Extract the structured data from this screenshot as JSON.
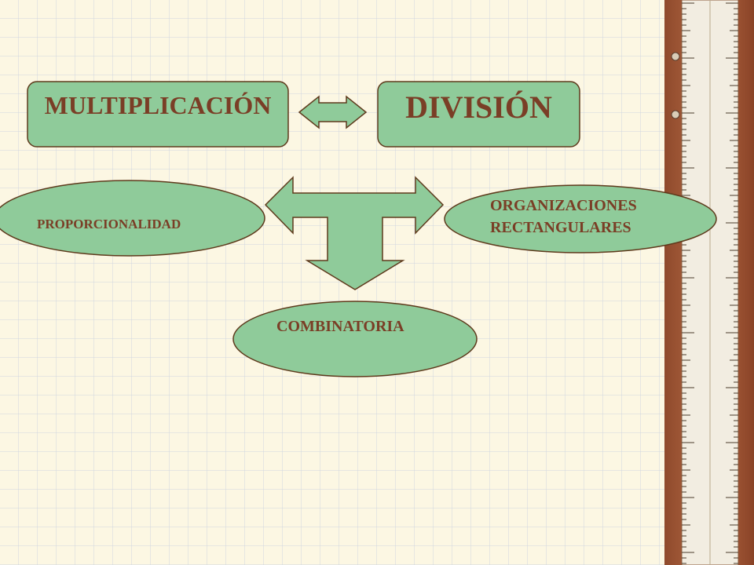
{
  "colors": {
    "background": "#fcf7e3",
    "grid": "#cfd6df",
    "shape_fill": "#8fcb9a",
    "shape_stroke": "#5e3a1c",
    "text": "#7a3e26",
    "ruler_wood": "#a75a3a",
    "ruler_face": "#f2ede1"
  },
  "nodes": {
    "multiplicacion": "MULTIPLICACIÓN",
    "division": "DIVISIÓN",
    "proporcionalidad": "PROPORCIONALIDAD",
    "organizaciones_line1": "ORGANIZACIONES",
    "organizaciones_line2": "RECTANGULARES",
    "combinatoria": "COMBINATORIA"
  }
}
